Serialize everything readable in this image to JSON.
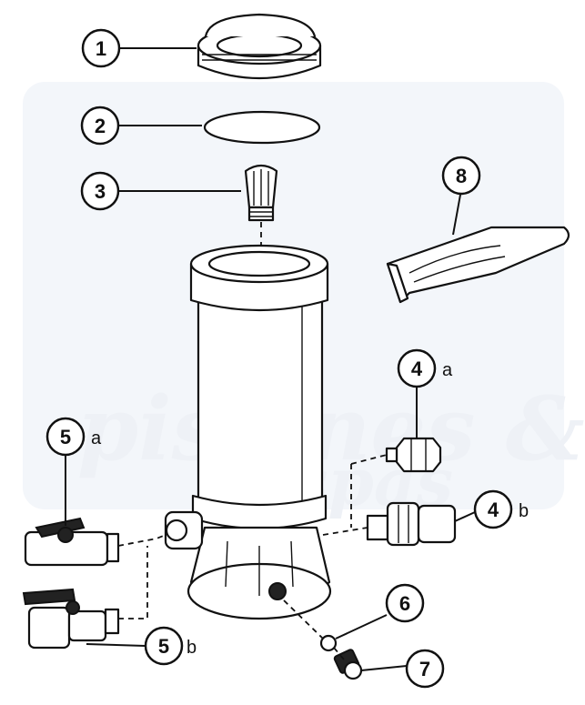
{
  "watermark": {
    "line1": "piscines &",
    "line2": "spas"
  },
  "callouts": [
    {
      "id": "c1",
      "number": "1",
      "suffix": ""
    },
    {
      "id": "c2",
      "number": "2",
      "suffix": ""
    },
    {
      "id": "c3",
      "number": "3",
      "suffix": ""
    },
    {
      "id": "c8",
      "number": "8",
      "suffix": ""
    },
    {
      "id": "c4a",
      "number": "4",
      "suffix": "a"
    },
    {
      "id": "c5a",
      "number": "5",
      "suffix": "a"
    },
    {
      "id": "c4b",
      "number": "4",
      "suffix": "b"
    },
    {
      "id": "c6",
      "number": "6",
      "suffix": ""
    },
    {
      "id": "c5b",
      "number": "5",
      "suffix": "b"
    },
    {
      "id": "c7",
      "number": "7",
      "suffix": ""
    }
  ],
  "colors": {
    "ink": "#111111",
    "watermark": "#e9eef5"
  },
  "icons": [
    "lid-icon",
    "o-ring-icon",
    "strainer-icon",
    "body-tube-icon",
    "wrench-icon",
    "elbow-fitting-icon",
    "union-fitting-icon",
    "ball-valve-icon",
    "drain-plug-icon",
    "washer-icon"
  ]
}
